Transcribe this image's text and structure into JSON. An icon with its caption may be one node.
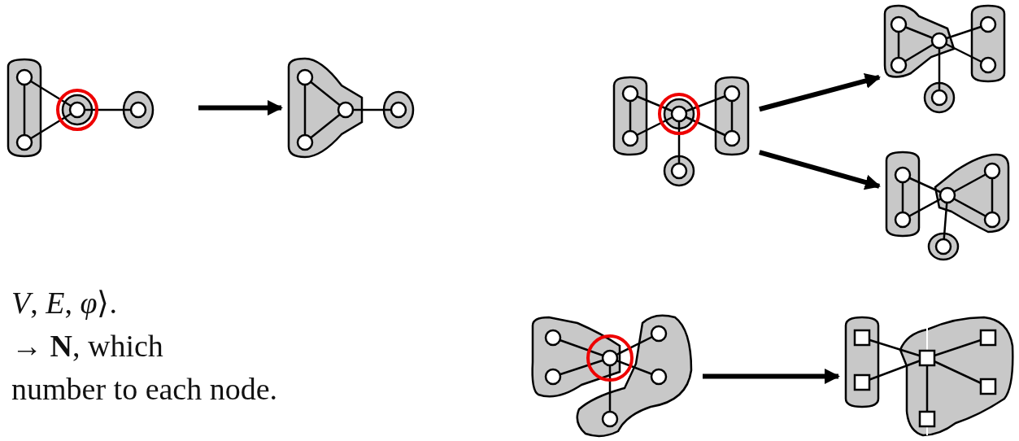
{
  "diagram": {
    "nodes": [
      {
        "text": [],
        "shape": "picture"
      },
      {
        "text": [],
        "shape": "picture"
      },
      {
        "text": [],
        "shape": "picture"
      },
      {
        "text": [],
        "shape": "picture"
      },
      {
        "text": [],
        "shape": "picture"
      },
      {
        "text": [],
        "shape": "picture"
      },
      {
        "text": [],
        "shape": "picture"
      }
    ],
    "edges": [
      {
        "from": 0,
        "to": 1,
        "arrow": "to"
      },
      {
        "from": 2,
        "to": 3,
        "arrow": "to"
      },
      {
        "from": 2,
        "to": 4,
        "arrow": "to"
      },
      {
        "from": 5,
        "to": 6,
        "arrow": "to"
      }
    ],
    "labels": [
      "*V*, *E*, *φ*⟩.",
      "→ **N**, which",
      "number to each node."
    ]
  }
}
